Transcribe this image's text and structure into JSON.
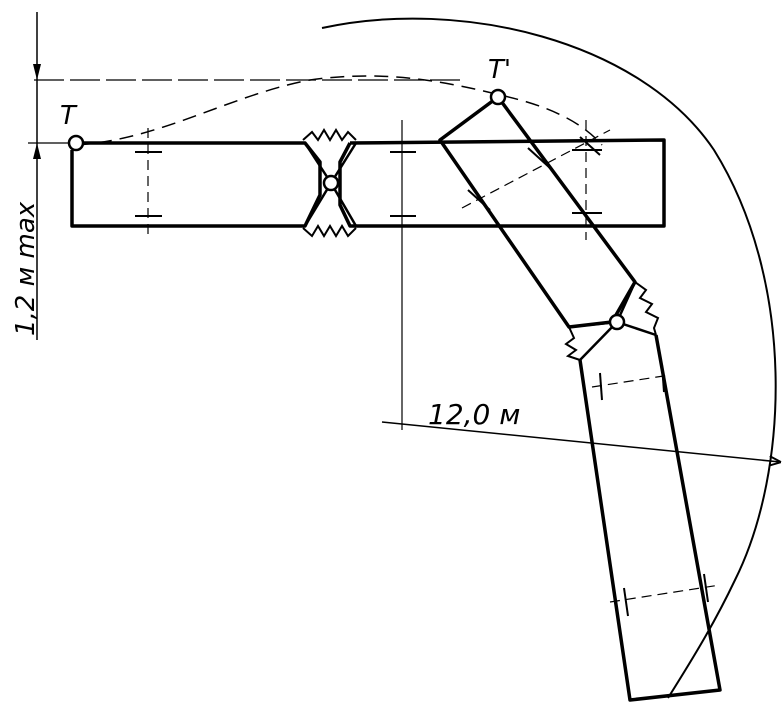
{
  "labels": {
    "pivot_initial": "T",
    "pivot_rotated": "T'",
    "vertical_dimension": "1,2 м max",
    "radius_dimension": "12,0 м"
  },
  "colors": {
    "ink": "#000000",
    "background": "#ffffff"
  }
}
